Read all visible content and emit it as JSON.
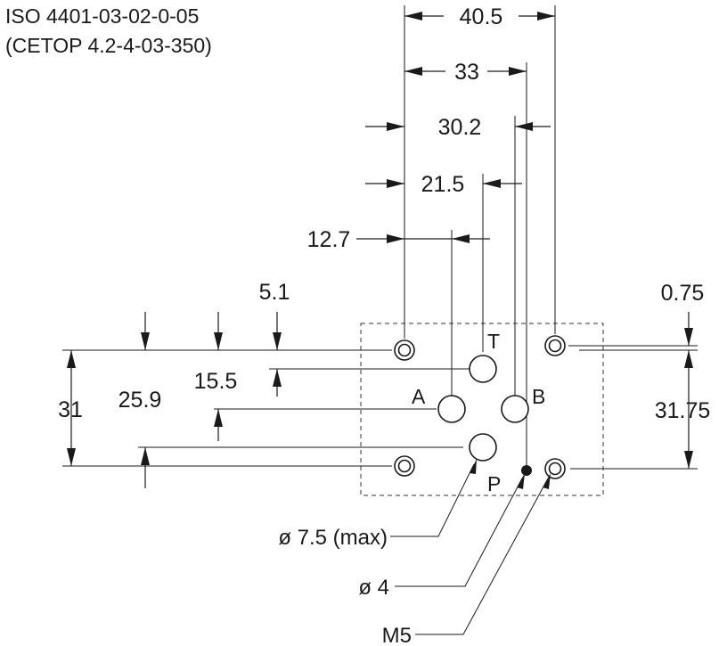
{
  "header": {
    "line1": "ISO 4401-03-02-0-05",
    "line2": "(CETOP 4.2-4-03-350)"
  },
  "dimensions": {
    "horizontal": [
      "40.5",
      "33",
      "30.2",
      "21.5",
      "12.7"
    ],
    "vertical_left": [
      "5.1",
      "15.5",
      "25.9",
      "31"
    ],
    "vertical_right": [
      "0.75",
      "31.75"
    ]
  },
  "ports": {
    "a": "A",
    "b": "B",
    "t": "T",
    "p": "P"
  },
  "callouts": {
    "port_diameter": "ø 7.5 (max)",
    "pin_diameter": "ø 4",
    "thread": "M5"
  }
}
